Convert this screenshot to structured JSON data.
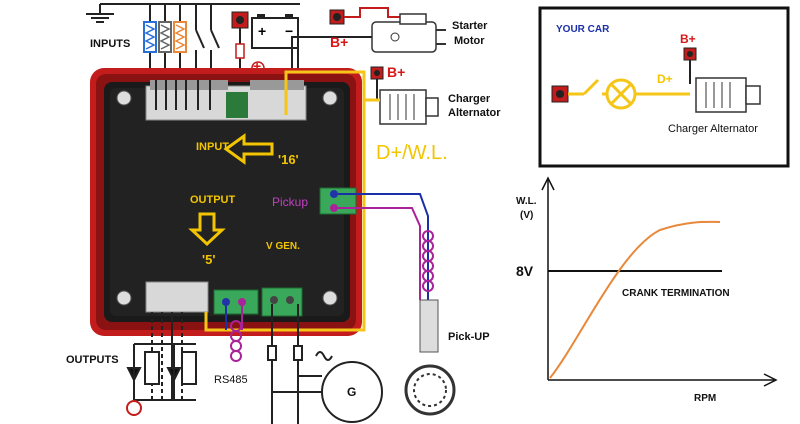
{
  "labels": {
    "inputs": "INPUTS",
    "outputs": "OUTPUTS",
    "starter_motor_line1": "Starter",
    "starter_motor_line2": "Motor",
    "b_plus": "B+",
    "charger_alternator_line1": "Charger",
    "charger_alternator_line2": "Alternator",
    "input_arrow": "INPUT",
    "input_count": "'16'",
    "output_arrow": "OUTPUT",
    "output_count": "'5'",
    "d_plus_wl": "D+/W.L.",
    "pickup": "Pickup",
    "v_gen": "V GEN.",
    "rs485": "RS485",
    "pick_up": "Pick-UP",
    "generator": "G",
    "plus_sign": "+",
    "your_car": "YOUR CAR",
    "car_b_plus": "B+",
    "car_d_plus": "D+",
    "car_charger_alternator": "Charger Alternator",
    "graph_y_label_1": "W.L.",
    "graph_y_label_2": "(V)",
    "graph_8v": "8V",
    "crank_termination": "CRANK TERMINATION",
    "rpm": "RPM"
  },
  "colors": {
    "yellow_wire": "#f5c518",
    "controller_red": "#c21c1c",
    "controller_body": "#1a1a1a",
    "curve_orange": "#e8883a",
    "terminal_green": "#3aa85a"
  },
  "chart_data": {
    "type": "line",
    "title": "",
    "xlabel": "RPM",
    "ylabel": "W.L. (V)",
    "threshold_label": "8V",
    "threshold_annotation": "CRANK TERMINATION",
    "curve_shape": "S-curve rising from near zero and saturating above the 8V threshold",
    "grid": false
  }
}
